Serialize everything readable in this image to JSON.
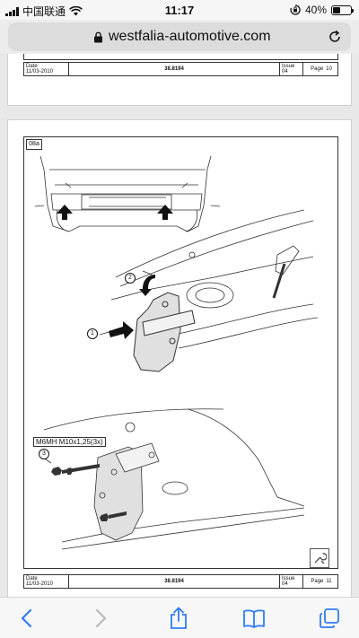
{
  "status": {
    "carrier": "中国联通",
    "time": "11:17",
    "battery": "40%",
    "battery_level": 0.4
  },
  "browser": {
    "url": "westfalia-automotive.com",
    "icons": [
      "lock-icon",
      "reload-icon",
      "back-icon",
      "forward-icon",
      "share-icon",
      "bookmarks-icon",
      "tabs-icon"
    ]
  },
  "pages": [
    {
      "footer": {
        "date_label": "Date",
        "date": "11/03-2010",
        "doc": "38.8194",
        "issue_label": "Issue",
        "issue": "04",
        "page_label": "Page",
        "page": "10"
      }
    },
    {
      "step": "08a",
      "callouts": [
        "1",
        "2",
        "3"
      ],
      "bolt_spec": "M6MH M10x1,25(3x)",
      "footer": {
        "date_label": "Date",
        "date": "11/03-2010",
        "doc": "38.8194",
        "issue_label": "Issue",
        "issue": "04",
        "page_label": "Page",
        "page": "11"
      }
    }
  ],
  "colors": {
    "accent": "#2f7cf6",
    "line": "#333333"
  }
}
